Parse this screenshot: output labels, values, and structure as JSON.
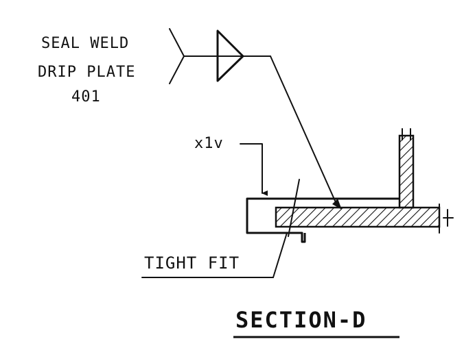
{
  "labels": {
    "weld_note_line1": "SEAL WELD",
    "weld_note_line2": "DRIP PLATE",
    "weld_note_line3": "401",
    "reference_tag": "x1v",
    "fit_note": "TIGHT FIT",
    "section_title": "SECTION-D"
  },
  "colors": {
    "ink": "#111111",
    "paper": "#ffffff"
  },
  "symbols": {
    "weld_symbol": "fillet-weld-triangle-icon",
    "hatching": "section-hatch-pattern"
  }
}
